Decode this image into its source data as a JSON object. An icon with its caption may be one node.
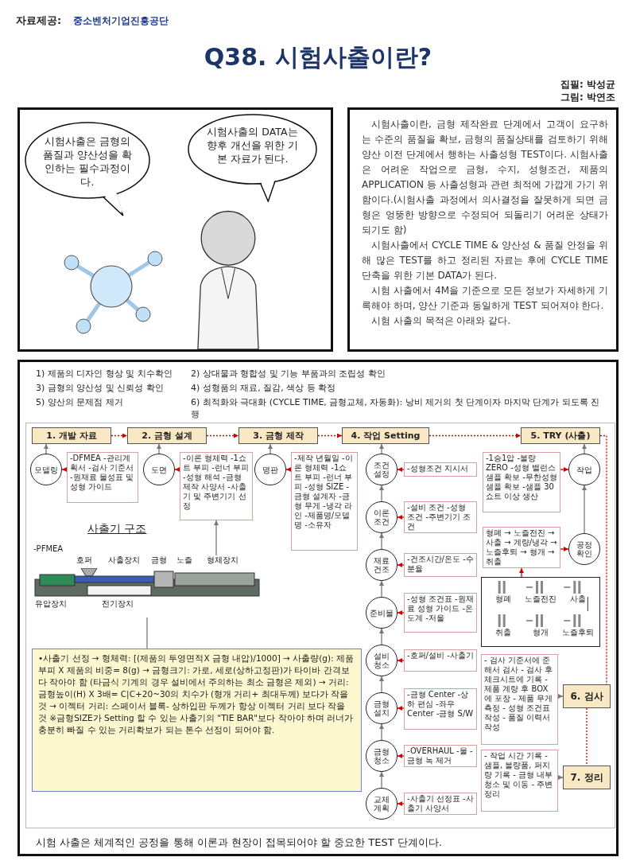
{
  "diagram": {
    "title": "Q38. 시험사출이란?",
    "nodes": [
      {
        "text": [
          "시험사출은 금형의 품질과 양산성을 확인하는 필수과정이다."
        ]
      },
      {
        "text": [
          "시험사출의 DATA는 향후 개선을 위한 기본 자료가 된다."
        ]
      },
      {
        "text": [
          "1. 개발 자료"
        ]
      },
      {
        "text": [
          "2. 금형 설계"
        ]
      },
      {
        "text": [
          "3. 금형 제작"
        ]
      },
      {
        "text": [
          "4. 작업 Setting"
        ]
      },
      {
        "text": [
          "5. TRY (사출)"
        ]
      },
      {
        "text": [
          "모델링"
        ]
      },
      {
        "text": [
          "-DFMEA -관리계획서 -검사 기준서 -원재료 물성표 및 성형 가이드"
        ]
      },
      {
        "text": [
          "도면"
        ]
      },
      {
        "text": [
          "-이론 형체력 -1쇼트 부피 -런너 부피 -성형 해석 -금형 제작 사양서 -사출기 및 주변기기 선정"
        ]
      },
      {
        "text": [
          "명판"
        ]
      },
      {
        "text": [
          "-제작 년월일 -이론 형체력 -1쇼트 부피 -런너 부피 -성형 SIZE -금형 설계자 -금형 무게 -냉각 라인 -제품명/모델명 -소유자"
        ]
      },
      {
        "text": [
          "조건 설정"
        ]
      },
      {
        "text": [
          "-성형조건 지시서"
        ]
      },
      {
        "text": [
          "이론 조건"
        ]
      },
      {
        "text": [
          "-설비 조건 -성형 조건 -주변기기 조건"
        ]
      },
      {
        "text": [
          "재료 건조"
        ]
      },
      {
        "text": [
          "-건조시간/온도 -수분율"
        ]
      },
      {
        "text": [
          "준비물"
        ]
      },
      {
        "text": [
          "-성형 조건표 -원재료 성형 가이드 -온도계 -저울"
        ]
      },
      {
        "text": [
          "설비 청소"
        ]
      },
      {
        "text": [
          "-호퍼/설비 -사출기"
        ]
      },
      {
        "text": [
          "금형 설치"
        ]
      },
      {
        "text": [
          "-금형 Center -상하 편심 -좌우 Center -금형 S/W"
        ]
      },
      {
        "text": [
          "금형 청소"
        ]
      },
      {
        "text": [
          "-OVERHAUL -물 -금형 녹 제거"
        ]
      },
      {
        "text": [
          "교체 계획"
        ]
      },
      {
        "text": [
          "-사출기 선정표 -사출기 사양서"
        ]
      },
      {
        "text": [
          "작업"
        ]
      },
      {
        "text": [
          "-1승1압 -불량 ZERO -성형 밸런스 샘플 확보 -무한성형 샘플 확보 -샘플 30쇼트 이상 생산"
        ]
      },
      {
        "text": [
          "공정 확인"
        ]
      },
      {
        "text": [
          "형폐 → 노즐전진 → 사출 → 계량/냉각 → 노즐후퇴 → 형개 → 취출"
        ]
      },
      {
        "text": [
          "형폐",
          "노즐전진",
          "사출",
          "취출",
          "형개",
          "노즐후퇴"
        ]
      },
      {
        "text": [
          "호퍼",
          "사출장치",
          "금형",
          "노즐",
          "형체장치",
          "전기장치",
          "유압장치"
        ]
      },
      {
        "text": [
          "•사출기 선정 → 형체력: [(제품의 투영면적X 금형 내압)/1000] → 사출량(g): 제품 부피 X 제품의 비중= 8(g) → 금형크기: 가로, 세로(상하고정판)가 타이바 간격보다 작아야 함 (타금식 기계의 경우 설비에서 주의하는 최소 금형은 제외) → 거리: 금형높이(H) X 3배= C|C+20~30의 치수가 (형개 거리+ 최대두께) 보다가 작을 것 → 이젝터 거리: 스페이서 블록- 상하입판 두께가 항상 이젝터 거리 보다 작을 것 ※금형SIZE가 Setting 할 수 있는 사출기의 \"TIE BAR\"보다 작아야 하며 러너가 충분히 빠질 수 있는 거리확보가 되는 톤수 선정이 되어야 함."
        ]
      },
      {
        "text": [
          "6. 검사"
        ]
      },
      {
        "text": [
          "- 검사 기준서에 준해서 검사 - 검사 후 체크시트에 기록 - 제품 계량 후 BOX에 포장 - 제품 무게 측정 - 성형 조건표 작성 - 품질 이력서 작성"
        ]
      },
      {
        "text": [
          "7. 정리"
        ]
      },
      {
        "text": [
          "- 작업 시간 기록 - 샘플, 불량품, 퍼지 량 기록 - 금형 내부 청소 및 이동 - 주변 정리"
        ]
      }
    ],
    "edges": [
      {
        "from": 2,
        "to": 3,
        "arrow": "to",
        "style": "dashed",
        "color": "#d40000"
      },
      {
        "from": 3,
        "to": 4,
        "arrow": "to",
        "style": "dashed",
        "color": "#d40000"
      },
      {
        "from": 4,
        "to": 5,
        "arrow": "to",
        "style": "dashed",
        "color": "#d40000"
      },
      {
        "from": 5,
        "to": 6,
        "arrow": "to",
        "style": "dashed",
        "color": "#d40000"
      },
      {
        "from": 6,
        "to": 36,
        "arrow": "none",
        "style": "dashed",
        "color": "#d40000"
      },
      {
        "from": 36,
        "to": 38,
        "arrow": "none",
        "style": "dashed",
        "color": "#d40000"
      },
      {
        "from": 7,
        "to": 2,
        "arrow": "to",
        "color": "#777777"
      },
      {
        "from": 9,
        "to": 3,
        "arrow": "to",
        "color": "#777777"
      },
      {
        "from": 11,
        "to": 4,
        "arrow": "to",
        "color": "#777777"
      },
      {
        "from": 13,
        "to": 5,
        "arrow": "to",
        "color": "#777777"
      },
      {
        "from": 29,
        "to": 6,
        "arrow": "to",
        "color": "#777777"
      },
      {
        "from": 8,
        "to": 7,
        "arrow": "to",
        "color": "#d40000"
      },
      {
        "from": 10,
        "to": 9,
        "arrow": "to",
        "color": "#d40000"
      },
      {
        "from": 12,
        "to": 11,
        "arrow": "to",
        "color": "#d40000"
      },
      {
        "from": 14,
        "to": 13,
        "arrow": "to",
        "color": "#d40000"
      },
      {
        "from": 16,
        "to": 15,
        "arrow": "to",
        "color": "#d40000"
      },
      {
        "from": 18,
        "to": 17,
        "arrow": "to",
        "color": "#d40000"
      },
      {
        "from": 20,
        "to": 19,
        "arrow": "to",
        "color": "#d40000"
      },
      {
        "from": 22,
        "to": 21,
        "arrow": "to",
        "color": "#d40000"
      },
      {
        "from": 24,
        "to": 23,
        "arrow": "to",
        "color": "#d40000"
      },
      {
        "from": 26,
        "to": 25,
        "arrow": "to",
        "color": "#d40000"
      },
      {
        "from": 28,
        "to": 27,
        "arrow": "to",
        "color": "#d40000"
      },
      {
        "from": 30,
        "to": 29,
        "arrow": "to",
        "color": "#d40000"
      },
      {
        "from": 32,
        "to": 31,
        "arrow": "to",
        "color": "#d40000"
      },
      {
        "from": 27,
        "to": 25,
        "arrow": "to",
        "color": "#777777"
      },
      {
        "from": 25,
        "to": 23,
        "arrow": "to",
        "color": "#777777"
      },
      {
        "from": 23,
        "to": 21,
        "arrow": "to",
        "color": "#777777"
      },
      {
        "from": 21,
        "to": 19,
        "arrow": "to",
        "color": "#777777"
      },
      {
        "from": 19,
        "to": 17,
        "arrow": "to",
        "color": "#777777"
      },
      {
        "from": 17,
        "to": 15,
        "arrow": "to",
        "color": "#777777"
      },
      {
        "from": 15,
        "to": 13,
        "arrow": "to",
        "color": "#777777"
      },
      {
        "from": 31,
        "to": 29,
        "arrow": "to",
        "color": "#777777"
      },
      {
        "from": 33,
        "to": 32,
        "arrow": "to",
        "color": "#d40000"
      },
      {
        "from": 34,
        "to": 10,
        "arrow": "to",
        "color": "#777777"
      },
      {
        "from": 34,
        "to": 35,
        "arrow": "none",
        "color": "#777777"
      },
      {
        "from": 37,
        "to": 36,
        "arrow": "to",
        "color": "#777777"
      },
      {
        "from": 39,
        "to": 38,
        "arrow": "to",
        "color": "#777777"
      }
    ],
    "labels": [
      "자료제공:",
      "중소벤처기업진흥공단",
      "집필: 박성균",
      "그림: 박연조",
      "시험사출이란, 금형 제작완료 단계에서 고객이 요구하는 수준의 품질을 확보, 금형의 품질상태를 검토하기 위해 양산 이전 단계에서 행하는 사출성형 TEST이다. 시험사출은 어려운 작업으로 금형, 수지, 성형조건, 제품의 APPLICATION 등 사출성형과 관련 최적에 가깝게 가기 위함이다.(시험사출 과정에서 의사결정을 잘못하게 되면 금형은 엉뚱한 방향으로 수정되어 되돌리기 어려운 상태가 되기도 함)",
      "시험사출에서 CYCLE TIME & 양산성 & 품질 안정을 위해 많은 TEST를 하고 정리된 자료는 후에 CYCLE TIME 단축을 위한 기본 DATA가 된다.",
      "시험 사출에서 4M을 기준으로 모든 정보가 자세하게 기록해야 하며, 양산 기준과 동일하게 TEST 되어져야 한다.",
      "시험 사출의 목적은 아래와 같다.",
      "1) 제품의 디자인 형상 및 치수확인",
      "2) 상대물과 형합성 및 기능 부품과의 조립성 확인",
      "3) 금형의 양산성 및 신뢰성 확인",
      "4) 성형품의 재료, 질감, 색상 등 확정",
      "5) 양산의 문제점 제거",
      "6) 최적화와 극대화 (CYCLE TIME, 금형교체, 자동화): 낭비 제거의 첫 단계이자 마지막 단계가 되도록 진행",
      "사출기 구조",
      "-PFMEA",
      "시험 사출은 체계적인 공정을 통해 이론과 현장이 접목되어야 할 중요한 TEST 단계이다."
    ]
  }
}
